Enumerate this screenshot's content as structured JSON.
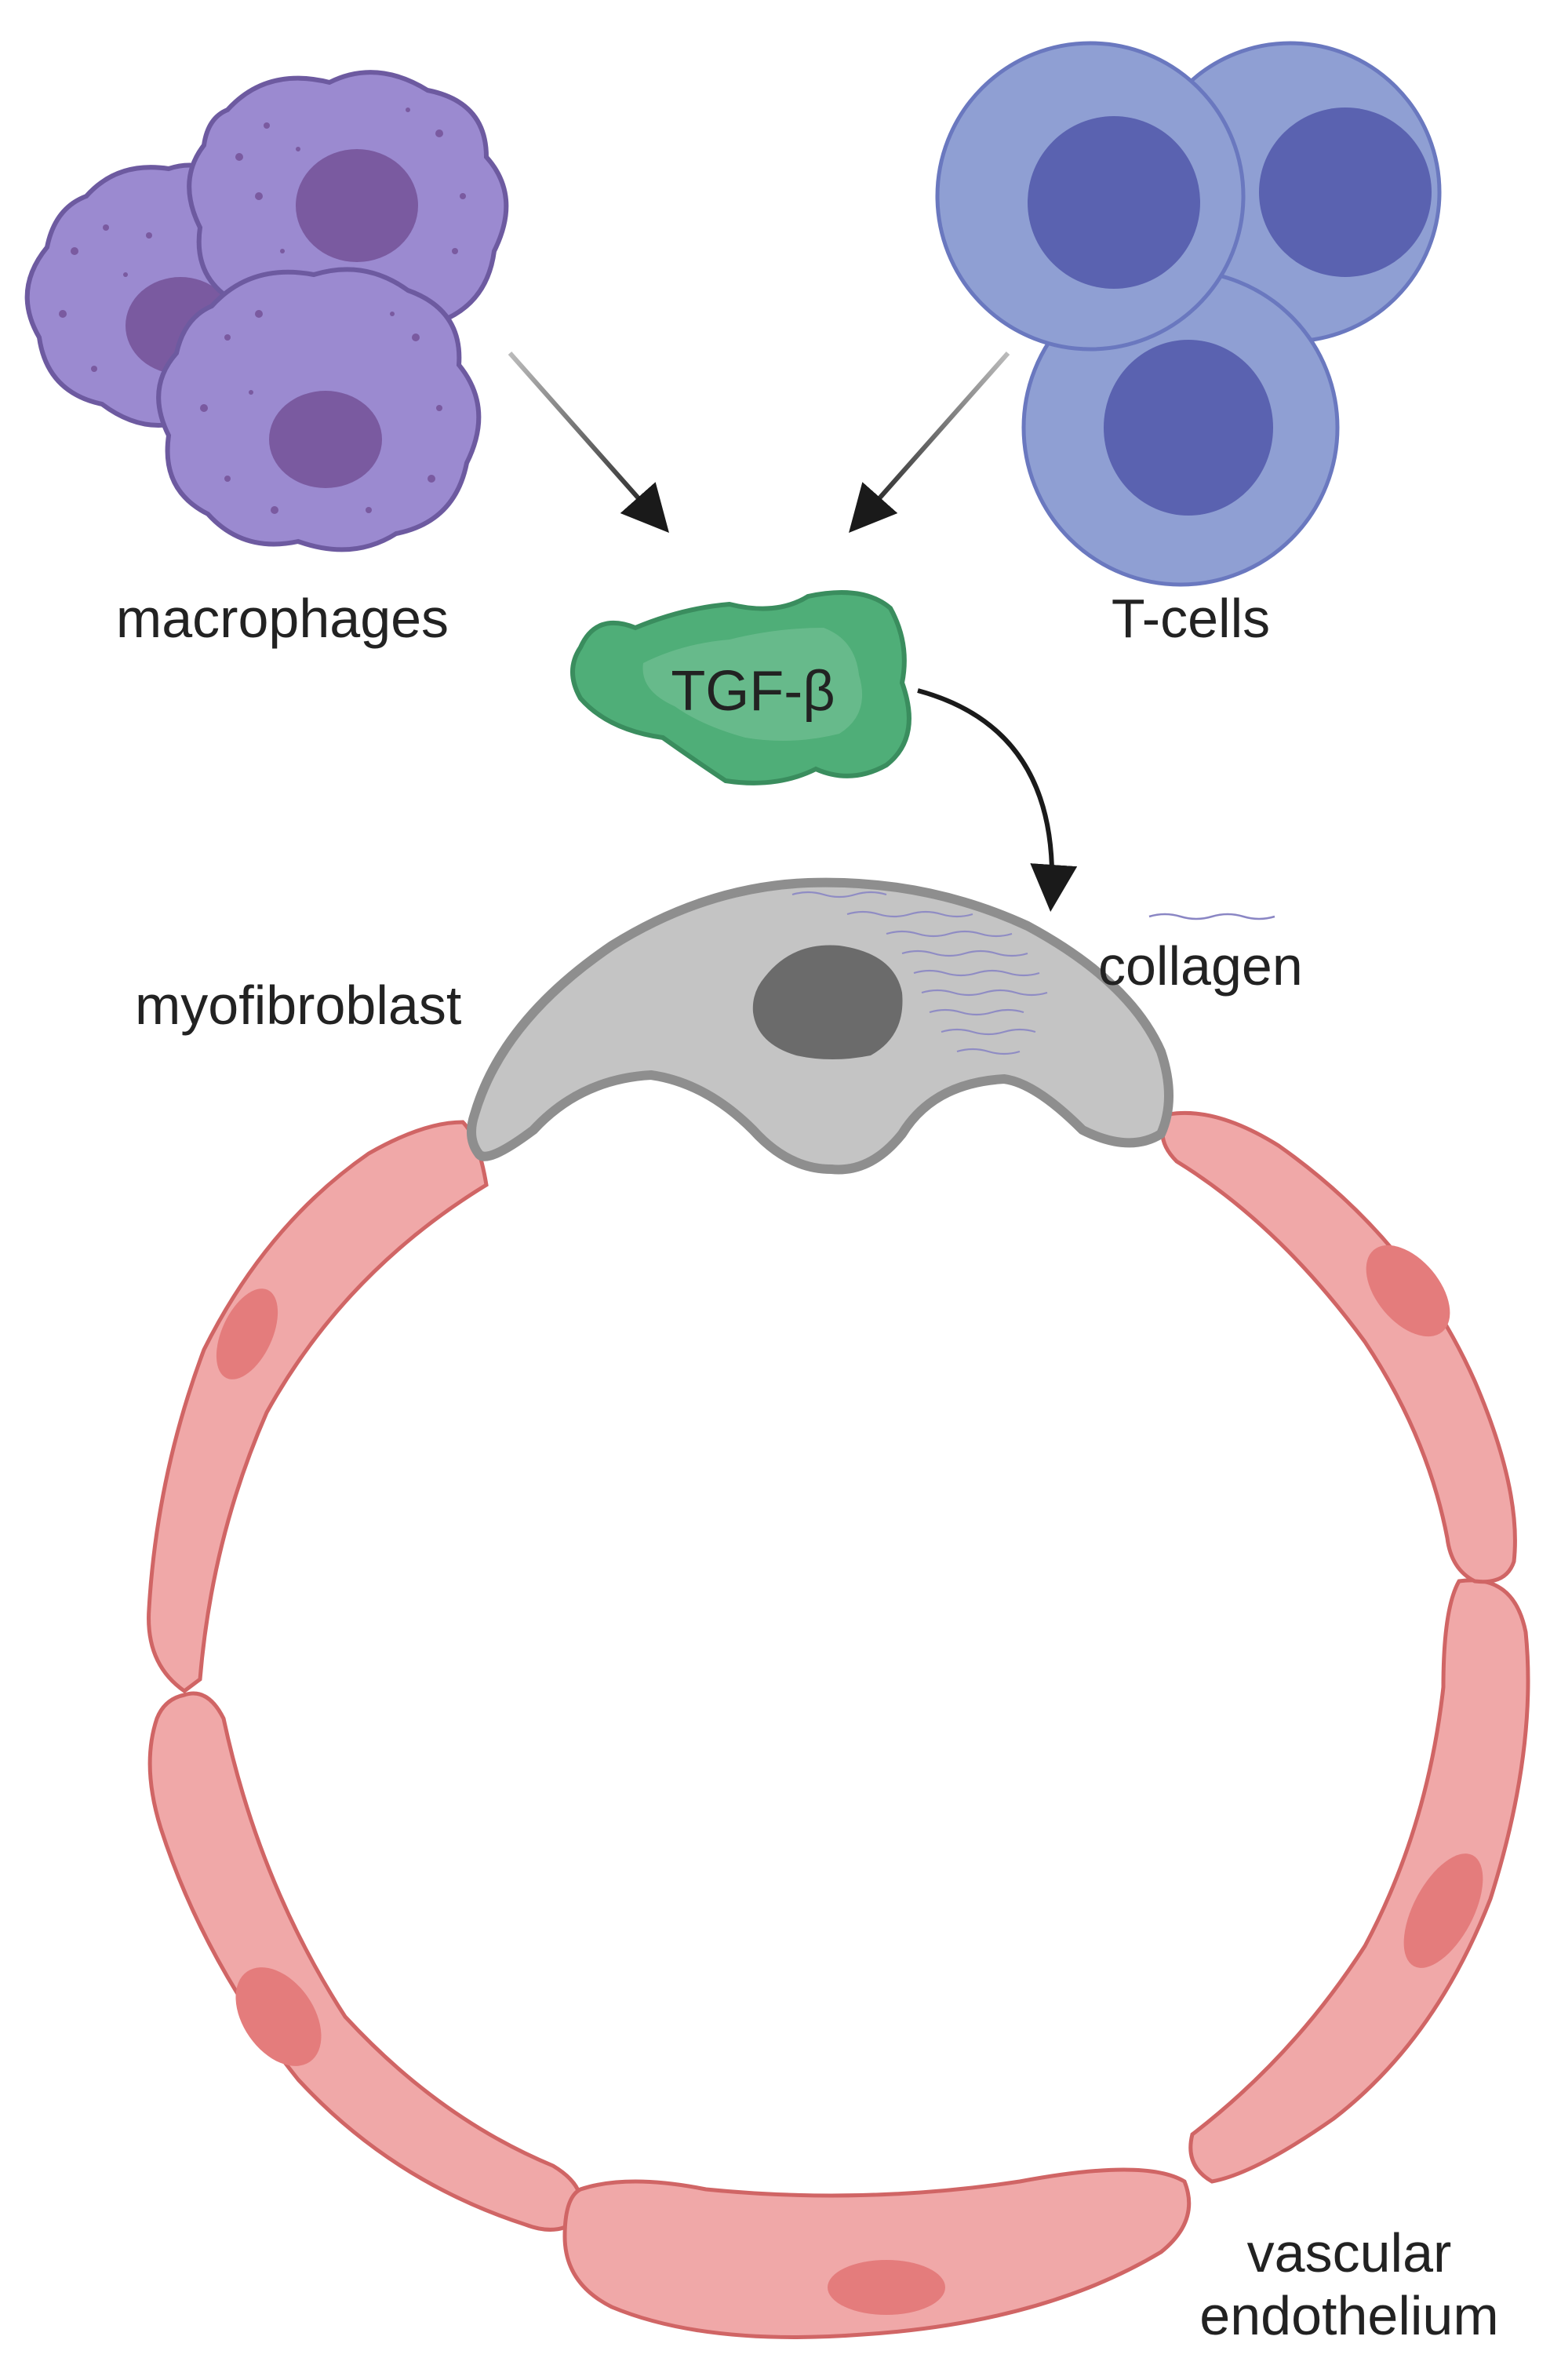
{
  "labels": {
    "macrophages": "macrophages",
    "tcells": "T-cells",
    "tgf": "TGF-β",
    "myofibroblast": "myofibroblast",
    "collagen": "collagen",
    "vascular_line1": "vascular",
    "vascular_line2": "endothelium"
  },
  "colors": {
    "macrophage_body": "#9b8ad0",
    "macrophage_nucleus": "#7a5aa0",
    "tcell_body": "#8f9fd3",
    "tcell_nucleus": "#5a62b0",
    "tgf_fill": "#4fae78",
    "myofibroblast_body": "#c4c4c4",
    "myofibroblast_nucleus": "#6b6b6b",
    "endothelium_fill": "#f0a8a8",
    "endothelium_nucleus": "#e47c7c",
    "arrow": "#2a2a2a"
  }
}
